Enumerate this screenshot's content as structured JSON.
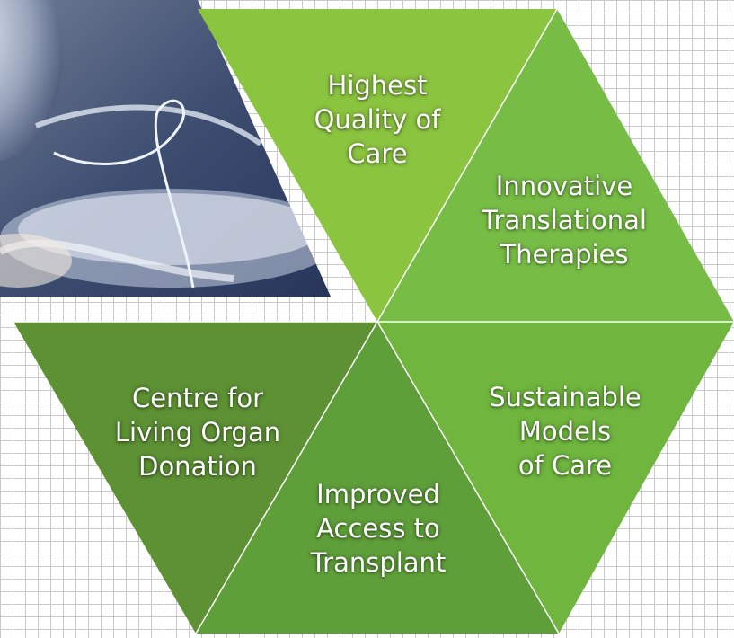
{
  "segments": [
    {
      "id": "quality",
      "lines": [
        "Highest",
        "Quality of",
        "Care"
      ]
    },
    {
      "id": "innovative",
      "lines": [
        "Innovative",
        "Translational",
        "Therapies"
      ]
    },
    {
      "id": "sustainable",
      "lines": [
        "Sustainable",
        "Models",
        "of Care"
      ]
    },
    {
      "id": "access",
      "lines": [
        "Improved",
        "Access to",
        "Transplant"
      ]
    },
    {
      "id": "living",
      "lines": [
        "Centre for",
        "Living Organ",
        "Donation"
      ]
    }
  ],
  "photo": {
    "subject": "medical equipment photograph"
  },
  "colors": {
    "quality": "#8bc43f",
    "innovative": "#77bd45",
    "sustainable": "#6fb53e",
    "access": "#5f9f3a",
    "living": "#5d9134",
    "grid": "#c9c9c9"
  }
}
